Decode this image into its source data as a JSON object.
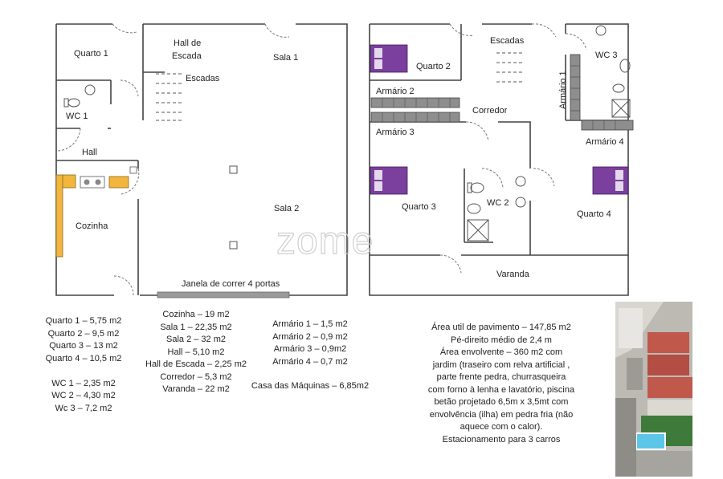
{
  "rooms_ground": {
    "quarto1": "Quarto 1",
    "hall_escada_l1": "Hall de",
    "hall_escada_l2": "Escada",
    "escadas": "Escadas",
    "sala1": "Sala 1",
    "wc1": "WC 1",
    "hall": "Hall",
    "cozinha": "Cozinha",
    "sala2": "Sala 2",
    "janela": "Janela de correr 4 portas"
  },
  "rooms_upper": {
    "escadas": "Escadas",
    "quarto2": "Quarto 2",
    "armario1": "Armário 1",
    "wc3": "WC 3",
    "armario2": "Armário 2",
    "corredor": "Corredor",
    "armario3": "Armário 3",
    "armario4": "Armário 4",
    "quarto3": "Quarto 3",
    "wc2": "WC 2",
    "quarto4": "Quarto 4",
    "varanda": "Varanda"
  },
  "watermark": "zome",
  "areas_col1": [
    "Quarto 1 – 5,75 m2",
    "Quarto 2 – 9,5 m2",
    "Quarto 3 – 13 m2",
    "Quarto 4 – 10,5 m2",
    "",
    "WC 1 – 2,35 m2",
    "WC 2 – 4,30 m2",
    "Wc 3 – 7,2 m2"
  ],
  "areas_col2": [
    "Cozinha – 19 m2",
    "Sala 1 – 22,35 m2",
    "Sala 2  – 32 m2",
    "Hall – 5,10 m2",
    "Hall de Escada – 2,25 m2",
    "Corredor – 5,3 m2",
    "Varanda – 22 m2"
  ],
  "areas_col3": [
    "Armário 1 – 1,5 m2",
    "Armário 2 – 0,9 m2",
    "Armário 3 – 0,9m2",
    "Armário 4 – 0,7 m2"
  ],
  "casa_maquinas": "Casa das Máquinas – 6,85m2",
  "summary": [
    "Área util de pavimento – 147,85 m2",
    "Pé-direito médio de 2,4 m",
    "Área envolvente – 360 m2 com",
    "jardim (traseiro com relva artificial ,",
    "parte frente pedra, churrasqueira",
    "com forno à lenha e lavatório, piscina",
    "betão projetado 6,5m x 3,5mt com",
    "envolvência (ilha) em pedra fria (não",
    "aquece com o calor).",
    "Estacionamento para 3 carros"
  ],
  "colors": {
    "bed": "#7b3f9e",
    "counter": "#f2b63c",
    "wall": "#444444",
    "pool": "#5cc6e8",
    "roof": "#c0584c",
    "lawn": "#3e7a3a"
  }
}
